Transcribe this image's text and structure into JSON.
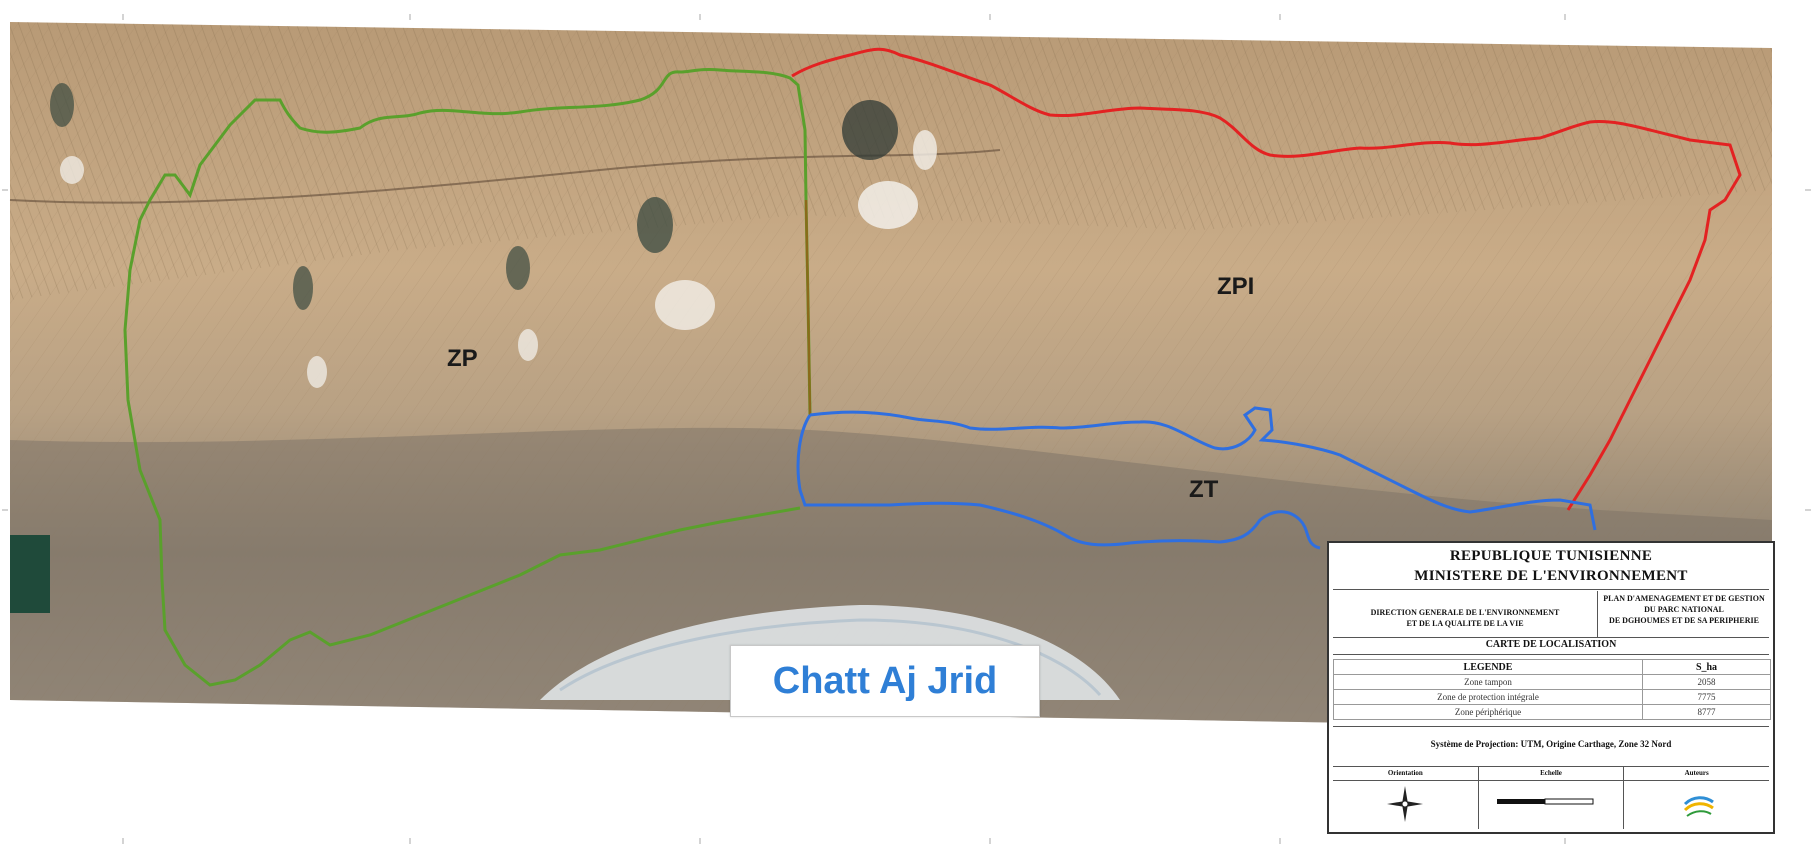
{
  "map": {
    "zones": [
      {
        "code": "ZP",
        "color": "#5aa02c"
      },
      {
        "code": "ZPI",
        "color": "#e32222"
      },
      {
        "code": "ZT",
        "color": "#2f6fe0"
      }
    ],
    "lake_label": "Chatt Aj Jrid"
  },
  "cartouche": {
    "country": "REPUBLIQUE TUNISIENNE",
    "ministry": "MINISTERE DE L'ENVIRONNEMENT",
    "direction_line1": "DIRECTION GENERALE DE L'ENVIRONNEMENT",
    "direction_line2": "ET DE LA QUALITE DE LA VIE",
    "plan_line1": "PLAN D'AMENAGEMENT ET DE GESTION",
    "plan_line2": "DU PARC NATIONAL",
    "plan_line3": "DE DGHOUMES ET DE SA PERIPHERIE",
    "map_title": "CARTE DE LOCALISATION",
    "legend_title": "LEGENDE",
    "legend_value_header": "S_ha",
    "legend_rows": [
      {
        "name": "Zone tampon",
        "value": "2058"
      },
      {
        "name": "Zone de protection intégrale",
        "value": "7775"
      },
      {
        "name": "Zone périphérique",
        "value": "8777"
      }
    ],
    "projection": "Système de Projection: UTM, Origine Carthage, Zone 32 Nord",
    "orientation_label": "Orientation",
    "scale_label": "Echelle",
    "authors_label": "Auteurs"
  },
  "colors": {
    "buffer_zone": "#2f6fe0",
    "integral_zone": "#e32222",
    "peripheral_zone": "#5aa02c",
    "lake_text": "#2f7fd6"
  }
}
